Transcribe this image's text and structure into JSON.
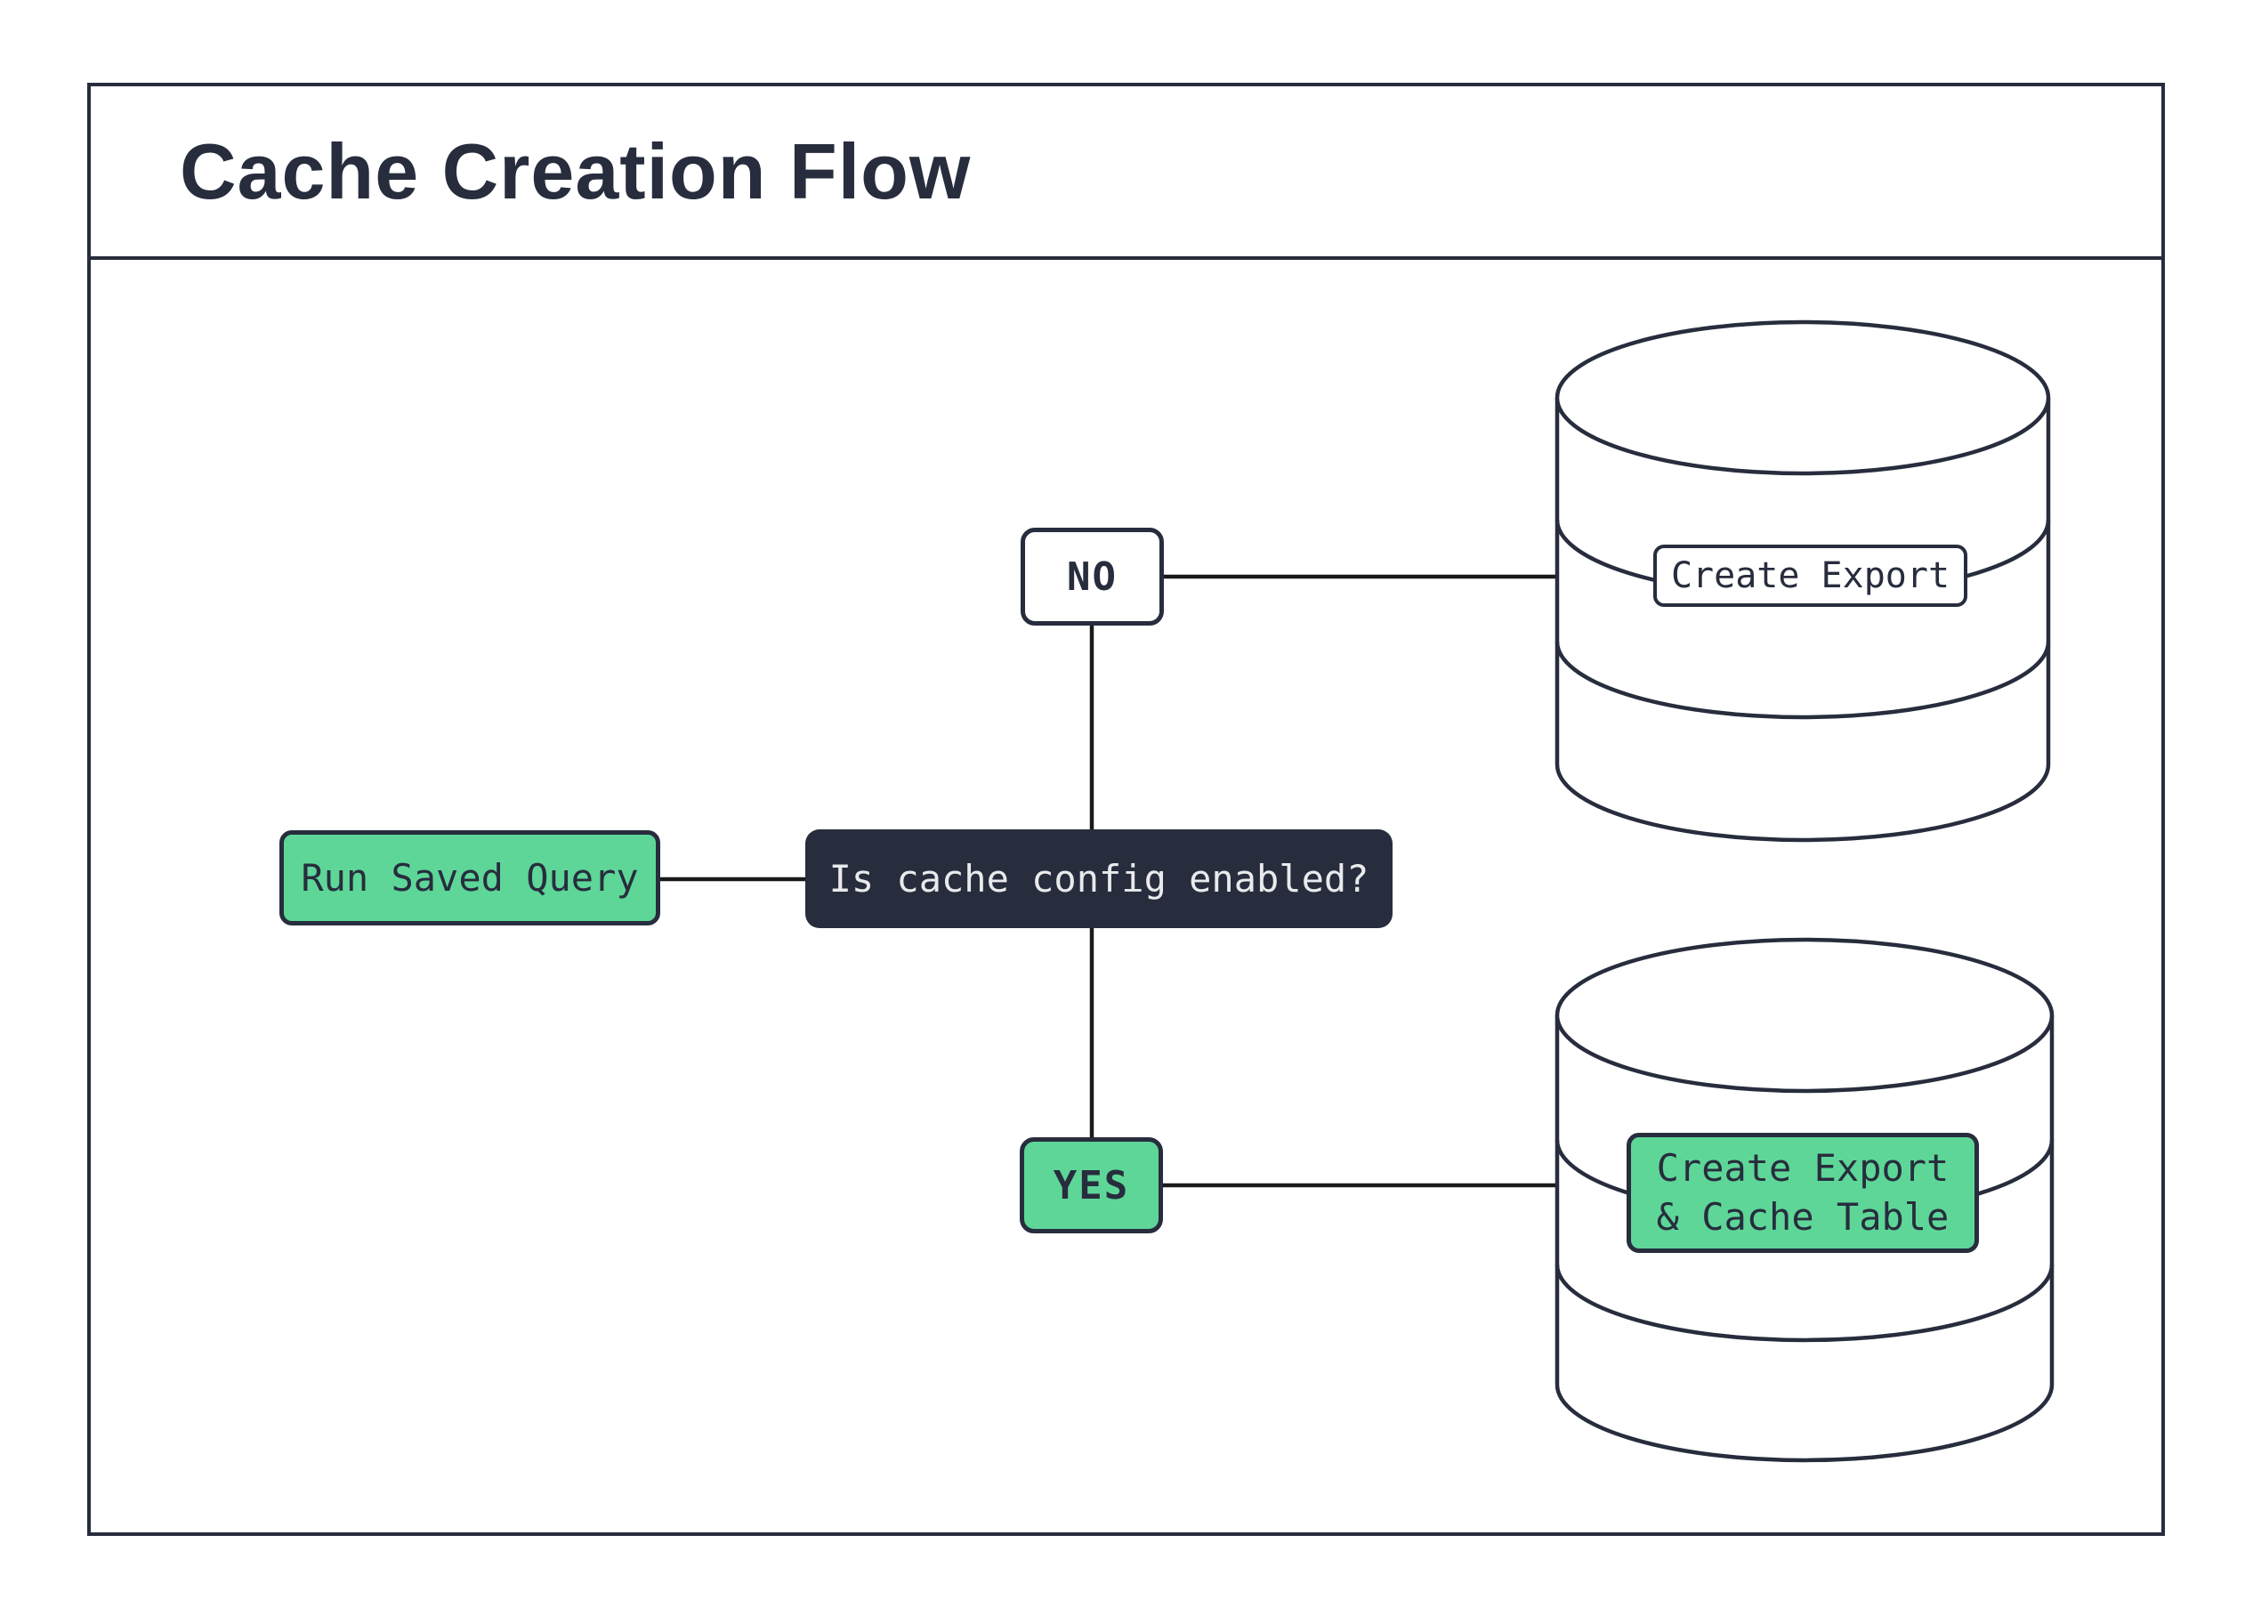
{
  "header": {
    "title": "Cache Creation Flow"
  },
  "flow": {
    "start": {
      "label": "Run Saved Query"
    },
    "decision": {
      "label": "Is cache config enabled?"
    },
    "branch_no": {
      "label": "NO"
    },
    "branch_yes": {
      "label": "YES"
    },
    "db_no": {
      "label": "Create Export"
    },
    "db_yes": {
      "label_line1": "Create Export",
      "label_line2": "& Cache Table"
    }
  },
  "colors": {
    "green": "#5ED698",
    "navy": "#272D3D",
    "connector": "#1A1A1A",
    "light_text": "#E9EAEC",
    "background": "#FFFFFF"
  }
}
